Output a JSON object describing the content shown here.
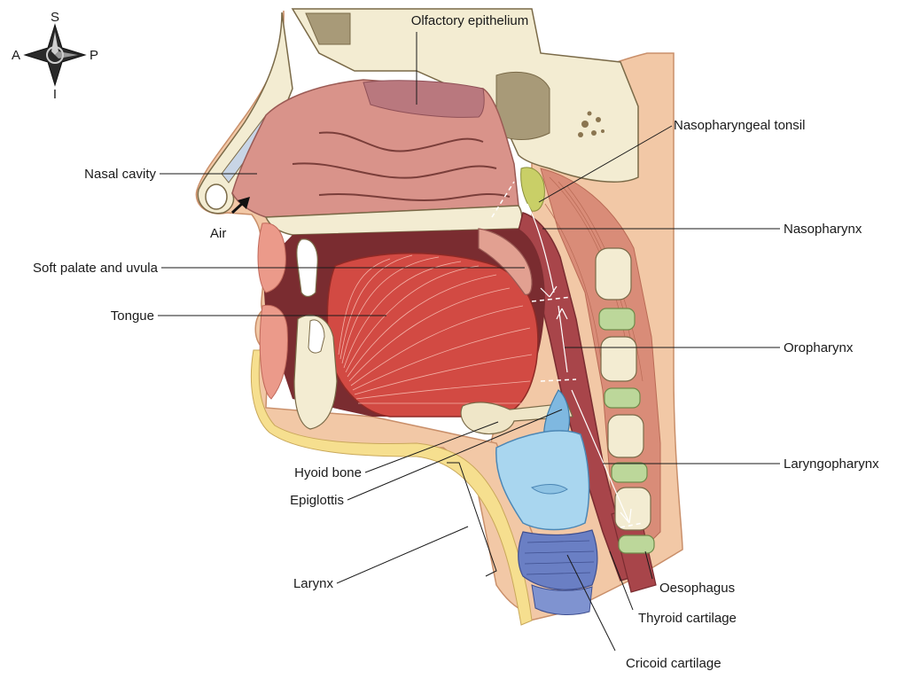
{
  "compass": {
    "superior": "S",
    "inferior": "I",
    "anterior": "A",
    "posterior": "P"
  },
  "labels": {
    "olfactory_epithelium": "Olfactory epithelium",
    "nasopharyngeal_tonsil": "Nasopharyngeal tonsil",
    "nasal_cavity": "Nasal cavity",
    "air": "Air",
    "nasopharynx": "Nasopharynx",
    "soft_palate_uvula": "Soft palate and uvula",
    "tongue": "Tongue",
    "oropharynx": "Oropharynx",
    "laryngopharynx": "Laryngopharynx",
    "hyoid_bone": "Hyoid bone",
    "epiglottis": "Epiglottis",
    "larynx": "Larynx",
    "oesophagus": "Oesophagus",
    "thyroid_cartilage": "Thyroid cartilage",
    "cricoid_cartilage": "Cricoid cartilage"
  },
  "colors": {
    "skin": "#f2c8a6",
    "skin_outline": "#c98f6a",
    "bone": "#f3ecd2",
    "bone_outline": "#7a6a48",
    "nasal_cavity": "#d9938a",
    "olfactory": "#b9787e",
    "pharynx": "#a8454a",
    "tongue": "#d24a43",
    "muscle": "#d98c78",
    "cartilage": "#a9d6ef",
    "vertebra_disc": "#bcd79a",
    "tonsil": "#c9cf67",
    "fat": "#f6df8f"
  }
}
